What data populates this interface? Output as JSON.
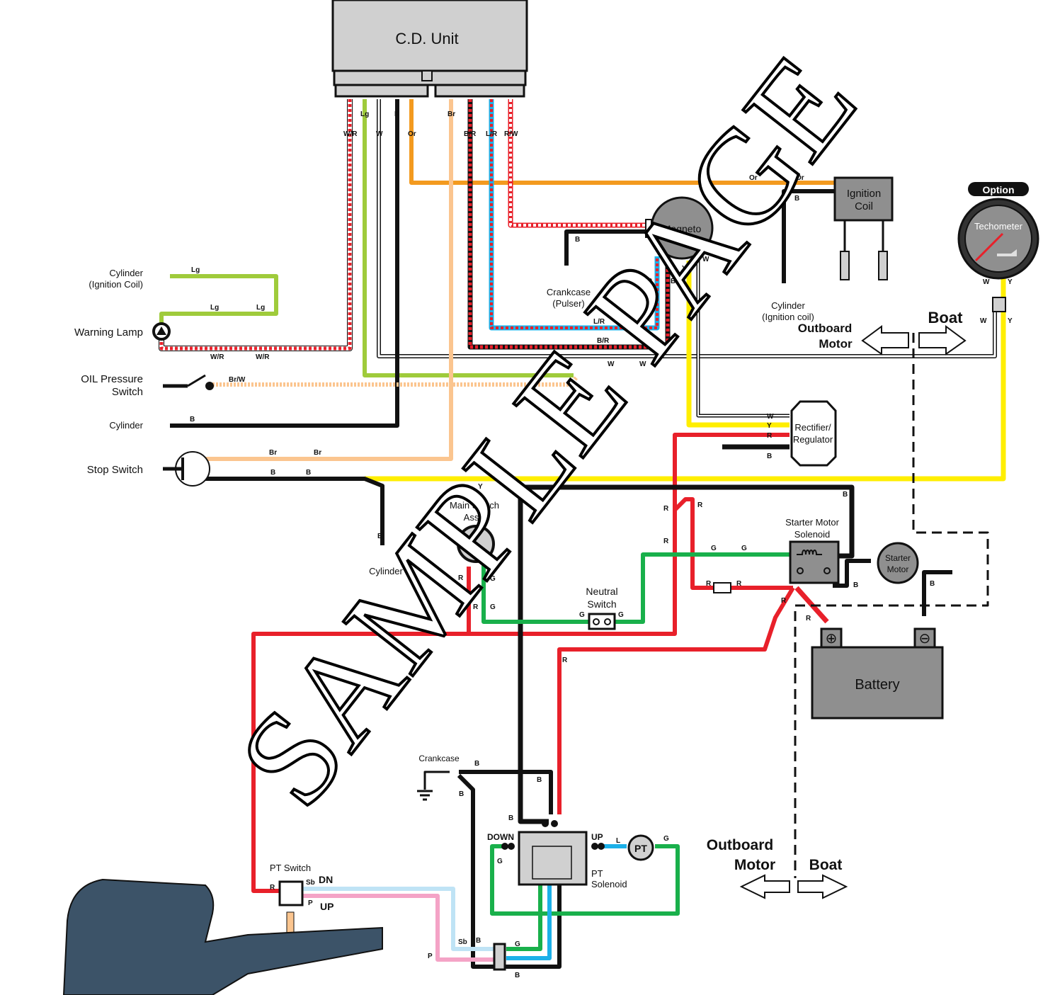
{
  "title": "Outboard Motor Wiring Diagram",
  "watermark": "SAMPLE PAGE",
  "colors": {
    "black": "#111111",
    "white_wire": "#ffffff",
    "red": "#e8202a",
    "green": "#19b04b",
    "light_green": "#9fcb3b",
    "orange": "#f39a1f",
    "brown_light": "#fbc58f",
    "yellow": "#ffee00",
    "blue": "#1cb0e8",
    "light_blue": "#bfe3f5",
    "pink": "#f4a3c6",
    "component_gray": "#d0d0d0",
    "component_dark": "#8f8f8f",
    "motor_body": "#3c5368"
  },
  "components": {
    "cd_unit": "C.D. Unit",
    "ignition_coil_l1": "Ignition",
    "ignition_coil_l2": "Coil",
    "magneto": "Magneto",
    "option": "Option",
    "tachometer": "Techometer",
    "crankcase_pulser_l1": "Crankcase",
    "crankcase_pulser_l2": "(Pulser)",
    "cylinder_ign_coil_l1": "Cylinder",
    "cylinder_ign_coil_l2": "(Ignition coil)",
    "cylinder_ign_left_l1": "Cylinder",
    "cylinder_ign_left_l2": "(Ignition Coil)",
    "warning_lamp": "Warning Lamp",
    "oil_pressure_l1": "OIL Pressure",
    "oil_pressure_l2": "Switch",
    "cylinder_left": "Cylinder",
    "stop_switch": "Stop Switch",
    "cylinder_bottom": "Cylinder",
    "rectifier_l1": "Rectifier/",
    "rectifier_l2": "Regulator",
    "main_switch_l1": "Main Switch",
    "main_switch_l2": "Ass'y",
    "neutral_switch_l1": "Neutral",
    "neutral_switch_l2": "Switch",
    "starter_solenoid_l1": "Starter Motor",
    "starter_solenoid_l2": "Solenoid",
    "starter_motor_l1": "Starter",
    "starter_motor_l2": "Motor",
    "battery": "Battery",
    "crankcase": "Crankcase",
    "pt_switch": "PT Switch",
    "pt_solenoid_l1": "PT",
    "pt_solenoid_l2": "Solenoid",
    "pt_motor": "PT",
    "down": "DOWN",
    "up": "UP",
    "dn": "DN",
    "up2": "UP"
  },
  "regions": {
    "outboard_l1": "Outboard",
    "outboard_l2": "Motor",
    "boat": "Boat"
  },
  "wire_labels": {
    "WR": "W/R",
    "Lg": "Lg",
    "W": "W",
    "B": "B",
    "Or": "Or",
    "Br": "Br",
    "BR": "B/R",
    "LR": "L/R",
    "RW": "R/W",
    "Y": "Y",
    "R": "R",
    "G": "G",
    "BrW": "Br/W",
    "L": "L",
    "P": "P",
    "Sb": "Sb"
  }
}
